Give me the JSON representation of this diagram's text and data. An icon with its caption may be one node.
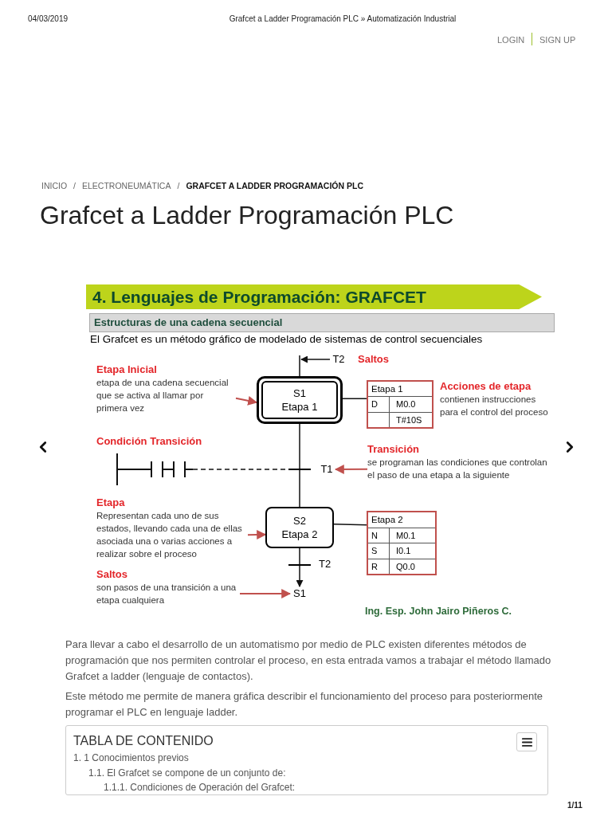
{
  "diagram": {
    "title": "Grafcet a Ladder Programación PLC",
    "nodes": [
      {
        "text": [
          "S1",
          "Etapa 1"
        ]
      },
      {
        "text": [
          "Etapa 1",
          "D",
          "M0.0",
          "T#10S"
        ],
        "beside": [
          "Acciones de etapa",
          "contienen instrucciones para el control del proceso"
        ]
      },
      {
        "text": [],
        "shape": "bar"
      },
      {
        "text": [
          "T1"
        ]
      },
      {
        "text": [
          "S2",
          "Etapa 2"
        ]
      },
      {
        "text": [
          "Etapa 2",
          "N",
          "M0.1",
          "S",
          "I0.1",
          "R",
          "Q0.0"
        ]
      },
      {
        "text": [],
        "shape": "bar",
        "beside": [
          "T2"
        ]
      },
      {
        "text": [
          "S1"
        ]
      },
      {
        "text": [
          "T2"
        ]
      },
      {
        "text": [],
        "shape": "drawing",
        "beside": [
          "Condición Transición"
        ]
      },
      {
        "text": [
          "Etapa Inicial",
          "etapa de una cadena secuencial que se activa al llamar por primera vez"
        ]
      },
      {
        "text": [
          "Transición",
          "se programan las condiciones que controlan el paso de una etapa a la siguiente"
        ]
      },
      {
        "text": [
          "Etapa",
          "Representan cada uno de sus estados, llevando cada una de ellas asociada una o varias acciones a realizar sobre el proceso"
        ]
      },
      {
        "text": [
          "Saltos",
          "son pasos de una transición a una etapa cualquiera"
        ]
      }
    ],
    "edges": [
      {
        "from": null,
        "to": 0,
        "arrow": "none"
      },
      {
        "from": 0,
        "to": 2,
        "arrow": "none"
      },
      {
        "from": 2,
        "to": 4,
        "arrow": "none"
      },
      {
        "from": 4,
        "to": 6,
        "arrow": "none"
      },
      {
        "from": 6,
        "to": 7,
        "arrow": "to"
      },
      {
        "from": 0,
        "to": 1,
        "arrow": "none"
      },
      {
        "from": 4,
        "to": 5,
        "arrow": "none"
      },
      {
        "from": 9,
        "to": 2,
        "arrow": "none",
        "style": "dashed"
      },
      {
        "from": 8,
        "to": 0,
        "arrow": "to"
      },
      {
        "from": 10,
        "to": 0,
        "arrow": "to",
        "color": "#c0504d"
      },
      {
        "from": 11,
        "to": 3,
        "arrow": "to",
        "color": "#c0504d"
      },
      {
        "from": 12,
        "to": 4,
        "arrow": "to",
        "color": "#c0504d"
      },
      {
        "from": 13,
        "to": 7,
        "arrow": "to",
        "color": "#c0504d"
      }
    ],
    "labels": [
      "04/03/2019",
      "Grafcet a Ladder Programación PLC » Automatización Industrial",
      "LOGIN",
      "SIGN UP",
      "INICIO",
      "/",
      "ELECTRONEUMÁTICA",
      "/",
      "GRAFCET A LADDER PROGRAMACIÓN PLC",
      "4. Lenguajes de Programación: GRAFCET",
      "Estructuras de una cadena secuencial",
      "El Grafcet es un método gráfico de modelado de sistemas de control secuenciales",
      "Saltos",
      "Ing. Esp. John Jairo Piñeros C.",
      "Para llevar a cabo el desarrollo de un automatismo por medio de PLC existen diferentes métodos de programación que nos permiten controlar el proceso, en esta entrada vamos a trabajar el método llamado Grafcet a ladder (lenguaje de contactos).",
      "Este método me permite de manera gráfica describir el funcionamiento del proceso para posteriormente programar el PLC en lenguaje ladder.",
      "TABLA DE CONTENIDO",
      "1. 1 Conocimientos previos",
      "1.1. El Grafcet se compone de un conjunto de:",
      "1.1.1. Condiciones de Operación del Grafcet:",
      "1/11"
    ]
  }
}
